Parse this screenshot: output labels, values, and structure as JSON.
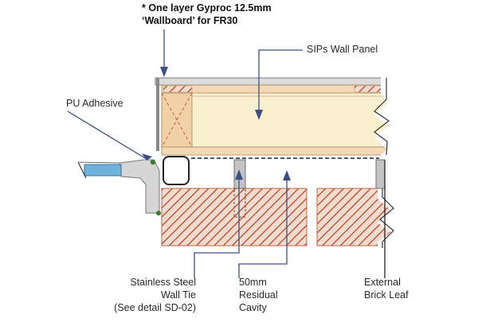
{
  "labels": {
    "gyproc_line1": "* One layer Gyproc 12.5mm",
    "gyproc_line2": "‘Wallboard’ for FR30",
    "sips": "SIPs Wall Panel",
    "pu": "PU Adhesive",
    "tie_line1": "Stainless Steel",
    "tie_line2": "Wall Tie",
    "tie_line3": "(See detail SD-02)",
    "cavity_line1": "50mm",
    "cavity_line2": "Residual",
    "cavity_line3": "Cavity",
    "brick_line1": "External",
    "brick_line2": "Brick Leaf"
  },
  "colors": {
    "leader": "#3e4f86",
    "brick": "#c0391e",
    "brick_fill": "#f1dccf",
    "timber": "#f3d9b5",
    "timber_edge": "#b0875a",
    "insulation": "#faf0cf",
    "board": "#d9d9d9",
    "window_blue": "#6fb3dd",
    "adhesive": "#3f7a32"
  }
}
